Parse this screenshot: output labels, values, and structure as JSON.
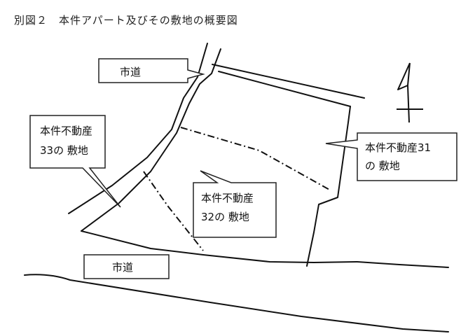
{
  "title": "別図２　本件アパート及びその敷地の概要図",
  "labels": {
    "road_top": "市道",
    "road_bottom": "市道",
    "lot33_line1": "本件不動産",
    "lot33_line2": "33の 敷地",
    "lot31_line1": "本件不動産31",
    "lot31_line2": "の 敷地",
    "lot32_line1": "本件不動産",
    "lot32_line2": "32の 敷地"
  },
  "colors": {
    "ink": "#111111",
    "callout_border": "#222222",
    "callout_fill": "#ffffff"
  },
  "icons": {
    "north_arrow": "north-arrow-icon"
  }
}
